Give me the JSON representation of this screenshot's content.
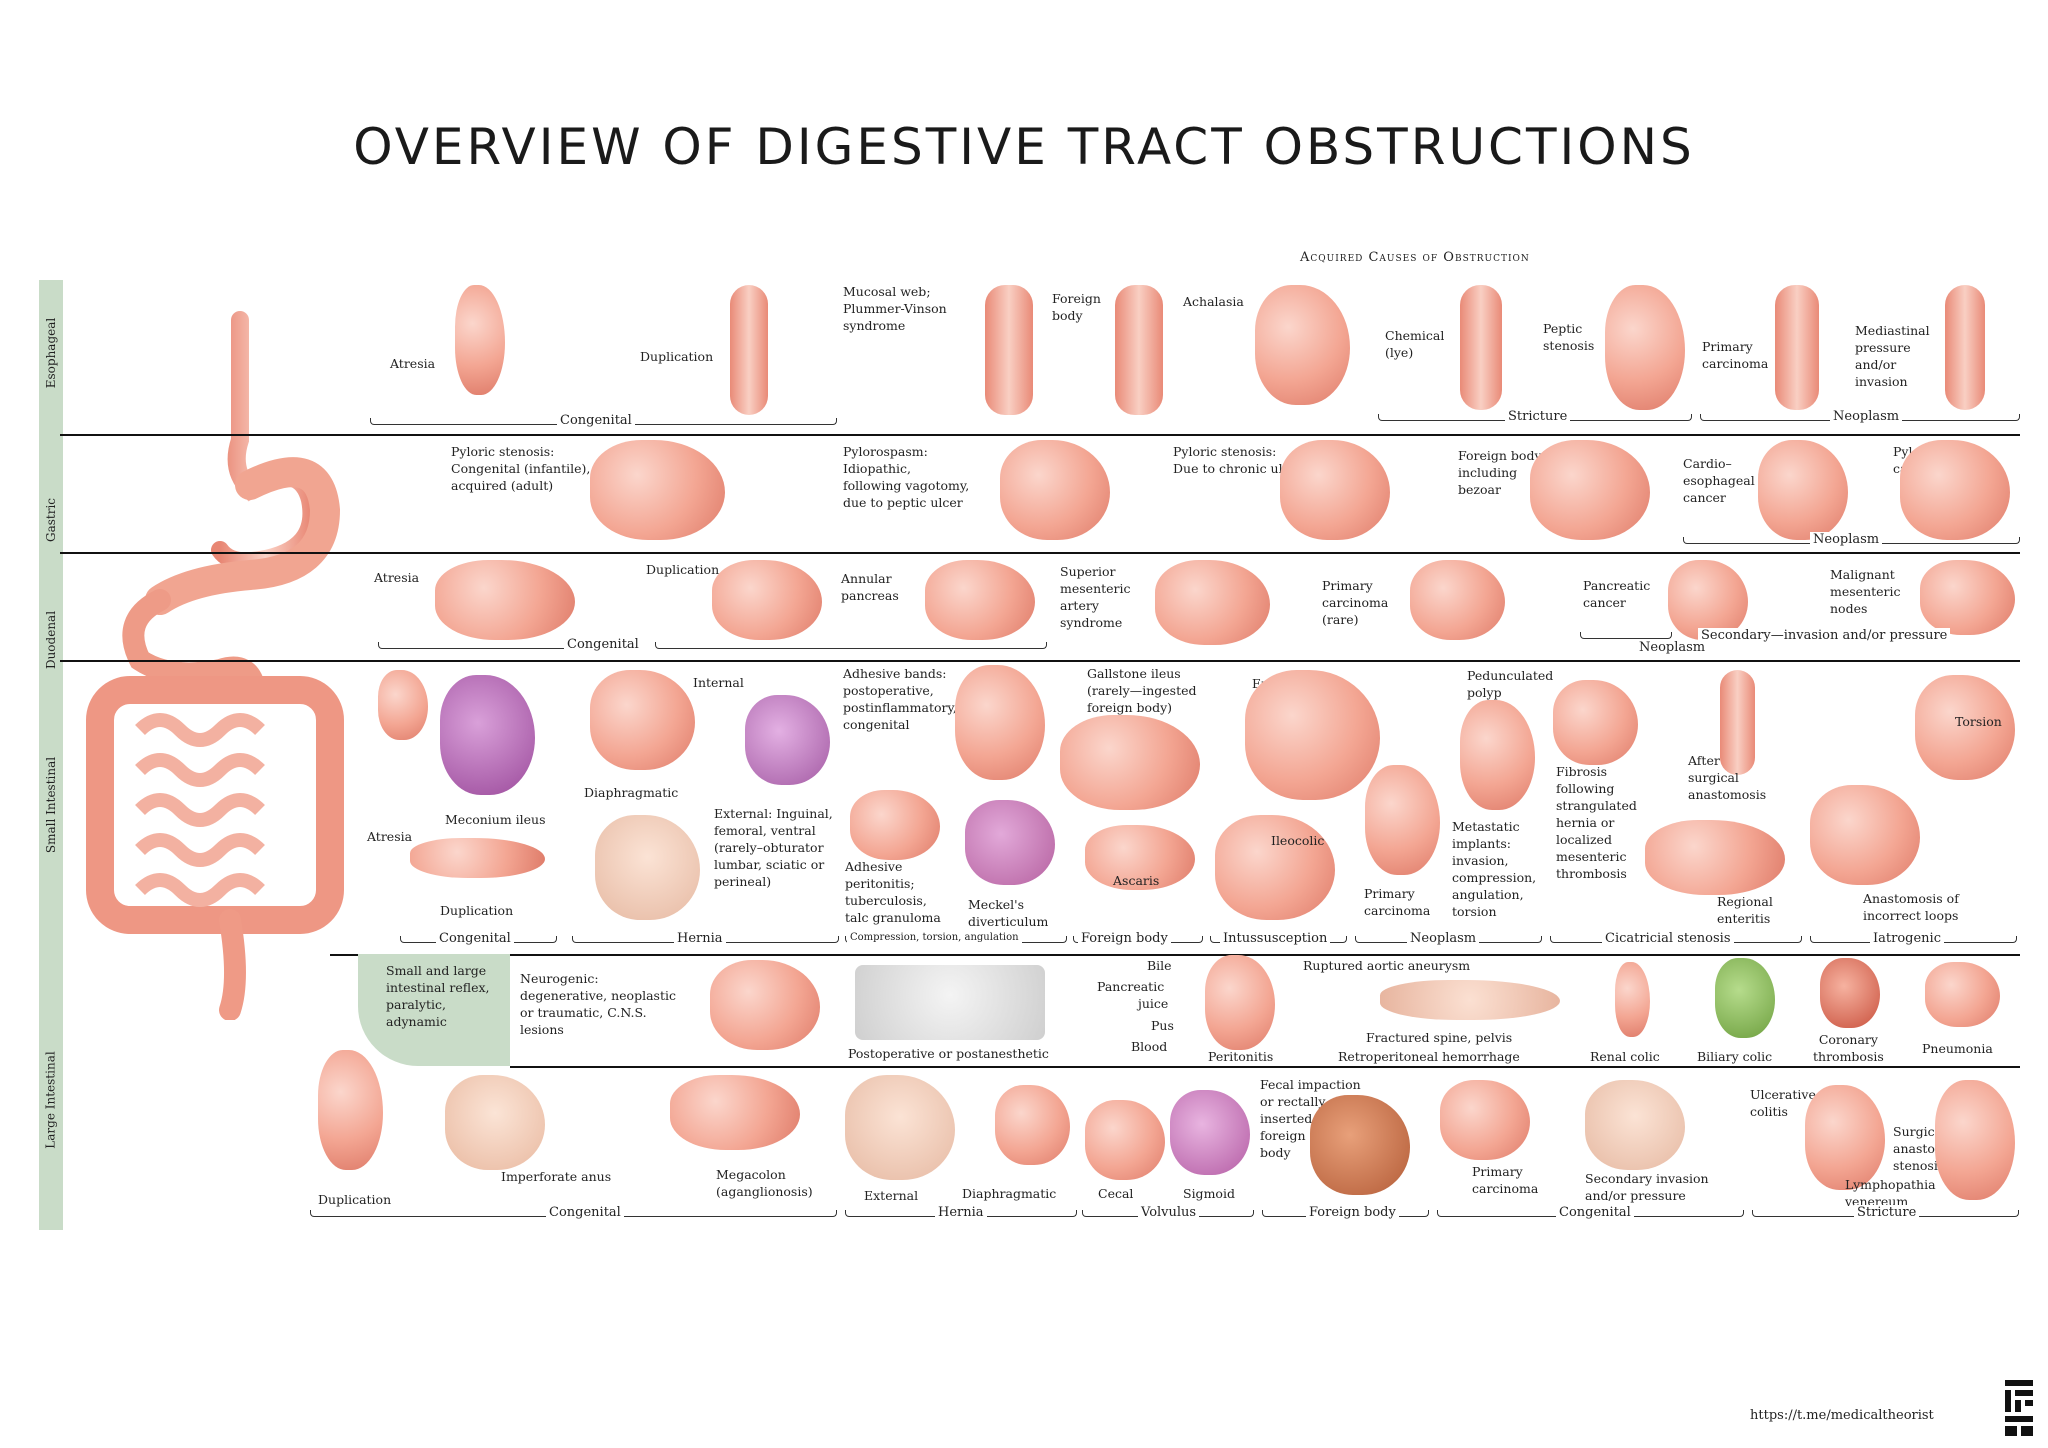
{
  "title": "OVERVIEW OF DIGESTIVE TRACT OBSTRUCTIONS",
  "subheading": "Acquired Causes of Obstruction",
  "rows": {
    "esophageal": "Esophageal",
    "gastric": "Gastric",
    "duodenal": "Duodenal",
    "small": "Small Intestinal",
    "large": "Large Intestinal"
  },
  "esophageal": {
    "atresia": "Atresia",
    "duplication": "Duplication",
    "mucosal": [
      "Mucosal web;",
      "Plummer-Vinson",
      "syndrome"
    ],
    "foreign": [
      "Foreign",
      "body"
    ],
    "achalasia": "Achalasia",
    "chemical": [
      "Chemical",
      "(lye)"
    ],
    "peptic": [
      "Peptic",
      "stenosis"
    ],
    "primary": [
      "Primary",
      "carcinoma"
    ],
    "mediastinal": [
      "Mediastinal",
      "pressure",
      "and/or",
      "invasion"
    ],
    "cat_congenital": "Congenital",
    "cat_stricture": "Stricture",
    "cat_neoplasm": "Neoplasm"
  },
  "gastric": {
    "pyloric1": [
      "Pyloric stenosis:",
      "Congenital (infantile),",
      "acquired (adult)"
    ],
    "pylorospasm": [
      "Pylorospasm:",
      "Idiopathic,",
      "following vagotomy,",
      "due to peptic ulcer"
    ],
    "pyloric2": [
      "Pyloric stenosis:",
      "Due to chronic ulcer"
    ],
    "foreign": [
      "Foreign body,",
      "including",
      "bezoar"
    ],
    "cardio": [
      "Cardio–",
      "esophageal",
      "cancer"
    ],
    "pyloric_cancer": [
      "Pyloric",
      "cancer"
    ],
    "cat_neoplasm": "Neoplasm"
  },
  "duodenal": {
    "atresia": "Atresia",
    "duplication": "Duplication",
    "annular": [
      "Annular",
      "pancreas"
    ],
    "sma": [
      "Superior",
      "mesenteric",
      "artery",
      "syndrome"
    ],
    "primary": [
      "Primary",
      "carcinoma",
      "(rare)"
    ],
    "pancreatic": [
      "Pancreatic",
      "cancer"
    ],
    "malignant": [
      "Malignant",
      "mesenteric",
      "nodes"
    ],
    "cat_congenital": "Congenital",
    "cat_neoplasm": "Neoplasm",
    "cat_secondary": "Secondary—invasion and/or pressure"
  },
  "small": {
    "atresia": "Atresia",
    "meconium": "Meconium ileus",
    "duplication": "Duplication",
    "internal": "Internal",
    "diaphragmatic": "Diaphragmatic",
    "external": [
      "External: Inguinal,",
      "femoral, ventral",
      "(rarely–obturator",
      "lumbar, sciatic or",
      "perineal)"
    ],
    "adhesive_bands": [
      "Adhesive bands:",
      "postoperative,",
      "postinflammatory,",
      "congenital"
    ],
    "adhesive_perit": [
      "Adhesive",
      "peritonitis;",
      "tuberculosis,",
      "talc granuloma"
    ],
    "meckels": [
      "Meckel's",
      "diverticulum"
    ],
    "gallstone": [
      "Gallstone ileus",
      "(rarely—ingested",
      "foreign body)"
    ],
    "ascaris": "Ascaris",
    "enteroenteric": [
      "Entero-",
      "enteric"
    ],
    "ileocolic": "Ileocolic",
    "pedunculated": [
      "Pedunculated",
      "polyp"
    ],
    "primary": [
      "Primary",
      "carcinoma"
    ],
    "metastatic": [
      "Metastatic",
      "implants:",
      "invasion,",
      "compression,",
      "angulation,",
      "torsion"
    ],
    "fibrosis": [
      "Fibrosis",
      "following",
      "strangulated",
      "hernia or",
      "localized",
      "mesenteric",
      "thrombosis"
    ],
    "after_surgical": [
      "After",
      "surgical",
      "anastomosis"
    ],
    "regional": [
      "Regional",
      "enteritis"
    ],
    "torsion": "Torsion",
    "anastomosis": [
      "Anastomosis of",
      "incorrect loops"
    ],
    "cat_congenital": "Congenital",
    "cat_hernia": "Hernia",
    "cat_compression": "Compression, torsion, angulation",
    "cat_foreign": "Foreign body",
    "cat_intussusception": "Intussusception",
    "cat_neoplasm": "Neoplasm",
    "cat_cicatricial": "Cicatricial stenosis",
    "cat_iatrogenic": "Iatrogenic"
  },
  "ileus": {
    "green_box": [
      "Small and large",
      "intestinal reflex,",
      "paralytic,",
      "adynamic"
    ],
    "neurogenic": [
      "Neurogenic:",
      "degenerative, neoplastic",
      "or traumatic, C.N.S.",
      "lesions"
    ],
    "postoperative": "Postoperative or postanesthetic",
    "bile": "Bile",
    "pancreatic_juice": [
      "Pancreatic",
      "juice"
    ],
    "pus": "Pus",
    "blood": "Blood",
    "peritonitis": "Peritonitis",
    "aortic": "Ruptured aortic aneurysm",
    "spine": "Fractured spine, pelvis",
    "retroperitoneal": "Retroperitoneal hemorrhage",
    "renal": "Renal colic",
    "biliary": "Biliary colic",
    "coronary": [
      "Coronary",
      "thrombosis"
    ],
    "pneumonia": "Pneumonia"
  },
  "large": {
    "duplication": "Duplication",
    "imperforate": "Imperforate anus",
    "megacolon": [
      "Megacolon",
      "(aganglionosis)"
    ],
    "external": "External",
    "diaphragmatic": "Diaphragmatic",
    "cecal": "Cecal",
    "sigmoid": "Sigmoid",
    "fecal": [
      "Fecal impaction",
      "or rectally",
      "inserted",
      "foreign",
      "body"
    ],
    "primary": [
      "Primary",
      "carcinoma"
    ],
    "secondary": [
      "Secondary invasion",
      "and/or pressure"
    ],
    "ulcerative": [
      "Ulcerative",
      "colitis"
    ],
    "lymphopathia": [
      "Lymphopathia",
      "venereum"
    ],
    "surgical": [
      "Surgical",
      "anastomotic",
      "stenosis"
    ],
    "cat_congenital": "Congenital",
    "cat_hernia": "Hernia",
    "cat_volvulus": "Volvulus",
    "cat_foreign": "Foreign body",
    "cat_congenital2": "Congenital",
    "cat_stricture": "Stricture"
  },
  "watermark": "https://t.me/medicaltheorist"
}
